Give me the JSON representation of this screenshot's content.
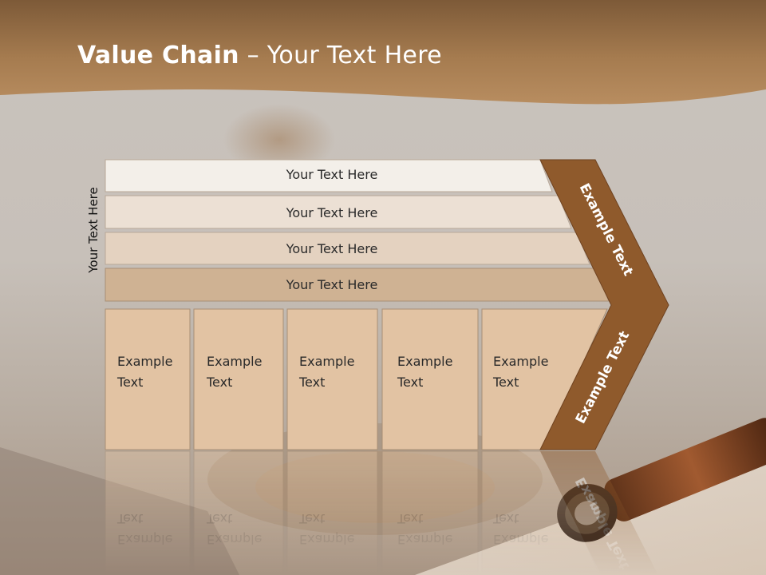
{
  "title": {
    "bold": "Value Chain",
    "rest": " – Your Text Here"
  },
  "side_label": "Your Text Here",
  "rows": [
    "Your Text Here",
    "Your Text Here",
    "Your Text Here",
    "Your Text Here"
  ],
  "columns": [
    {
      "line1": "Example",
      "line2": "Text"
    },
    {
      "line1": "Example",
      "line2": "Text"
    },
    {
      "line1": "Example",
      "line2": "Text"
    },
    {
      "line1": "Example",
      "line2": "Text"
    },
    {
      "line1": "Example",
      "line2": "Text"
    }
  ],
  "chevron": {
    "upper": "Example Text",
    "lower": "Example Text"
  },
  "colors": {
    "band": "#a87c52",
    "chevron": "#8f5a2c",
    "row_fills": [
      "#f3efe9",
      "#ece0d4",
      "#e4d2c0",
      "#cfb293"
    ],
    "column_fill": "#e2c3a3"
  }
}
